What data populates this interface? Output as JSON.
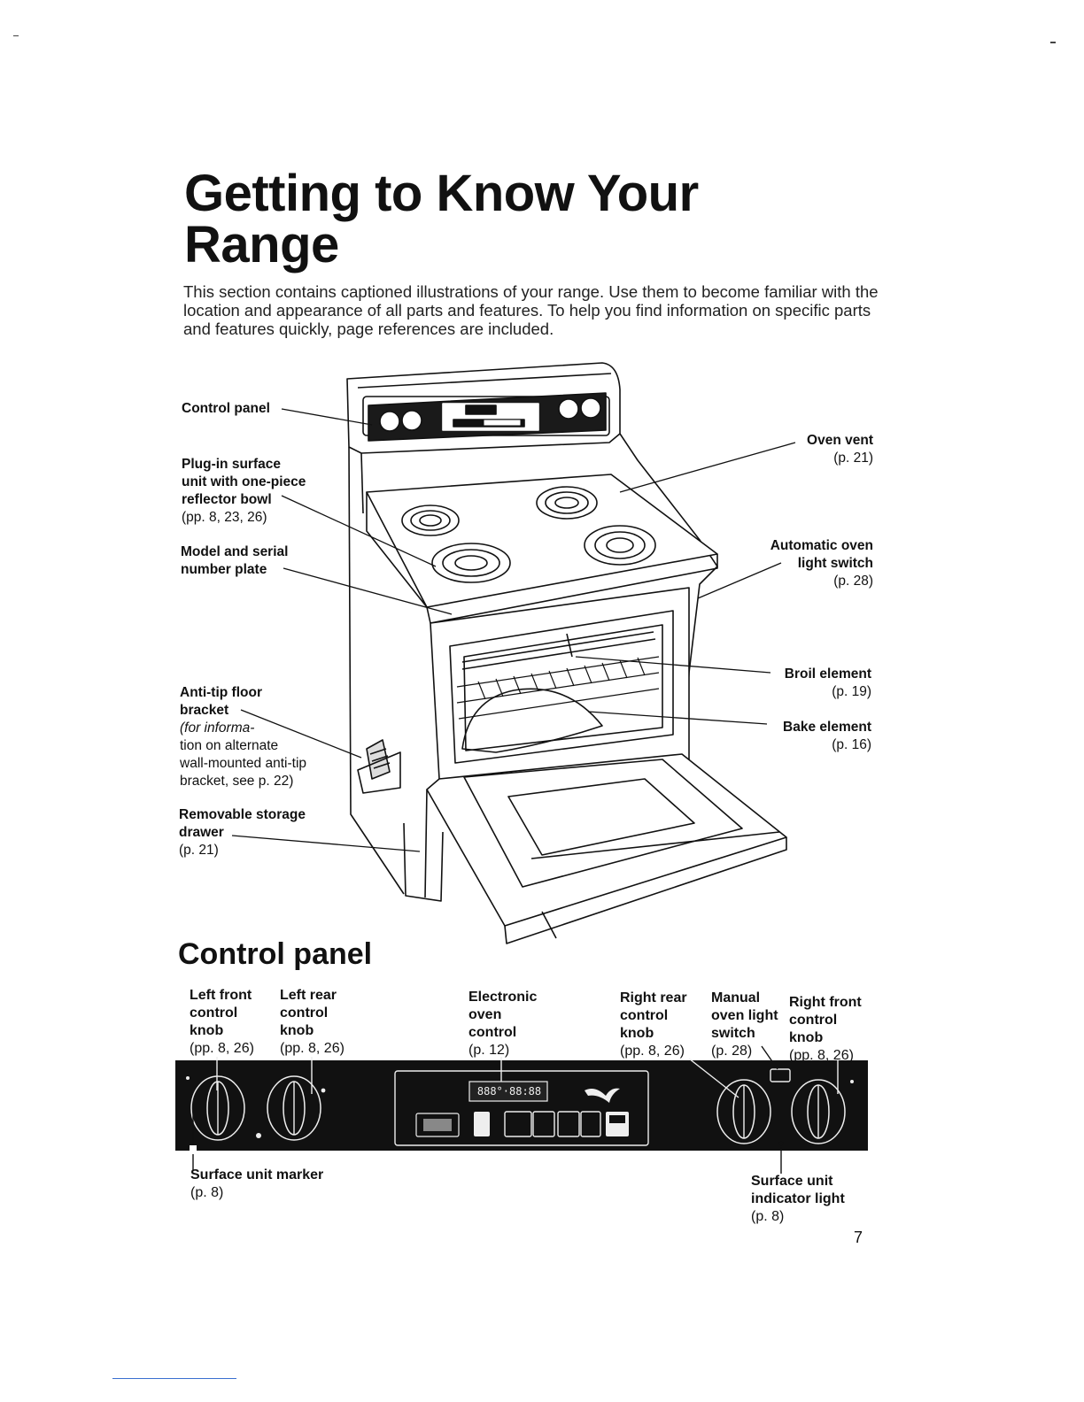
{
  "page": {
    "title_line1": "Getting to Know Your",
    "title_line2": "Range",
    "intro": "This section contains captioned illustrations of your range. Use them to become familiar with the location and appearance of all parts and features. To help you find information on specific parts and features quickly, page references are included.",
    "page_number": "7"
  },
  "range_callouts": {
    "control_panel": {
      "name": "Control panel"
    },
    "plugin_surface_unit": {
      "name_l1": "Plug-in surface",
      "name_l2": "unit with one-piece",
      "name_l3": "reflector bowl",
      "ref": "(pp. 8, 23, 26)"
    },
    "model_serial_plate": {
      "name_l1": "Model and serial",
      "name_l2": "number plate"
    },
    "anti_tip_bracket": {
      "name_l1": "Anti-tip floor",
      "name_l2": "bracket",
      "note_l1": "(for informa-",
      "note_l2": "tion on alternate",
      "note_l3": "wall-mounted anti-tip",
      "note_l4": "bracket, see p. 22)"
    },
    "storage_drawer": {
      "name_l1": "Removable storage",
      "name_l2": "drawer",
      "ref": "(p. 21)"
    },
    "oven_vent": {
      "name": "Oven vent",
      "ref": "(p. 21)"
    },
    "oven_light_switch": {
      "name_l1": "Automatic oven",
      "name_l2": "light switch",
      "ref": "(p. 28)"
    },
    "broil_element": {
      "name": "Broil element",
      "ref": "(p. 19)"
    },
    "bake_element": {
      "name": "Bake element",
      "ref": "(p. 16)"
    }
  },
  "control_panel_section": {
    "heading": "Control panel",
    "labels": {
      "left_front": {
        "l1": "Left front",
        "l2": "control",
        "l3": "knob",
        "ref": "(pp. 8, 26)"
      },
      "left_rear": {
        "l1": "Left rear",
        "l2": "control",
        "l3": "knob",
        "ref": "(pp. 8, 26)"
      },
      "electronic": {
        "l1": "Electronic",
        "l2": "oven",
        "l3": "control",
        "ref": "(p. 12)"
      },
      "right_rear": {
        "l1": "Right rear",
        "l2": "control",
        "l3": "knob",
        "ref": "(pp. 8, 26)"
      },
      "manual_light": {
        "l1": "Manual",
        "l2": "oven light",
        "l3": "switch",
        "ref": "(p. 28)"
      },
      "right_front": {
        "l1": "Right front",
        "l2": "control",
        "l3": "knob",
        "ref": "(pp. 8, 26)"
      },
      "surface_marker": {
        "l1": "Surface unit marker",
        "ref": "(p. 8)"
      },
      "indicator_light": {
        "l1": "Surface unit",
        "l2": "indicator light",
        "ref": "(p. 8)"
      }
    },
    "display_readout": "888°·88:88"
  }
}
